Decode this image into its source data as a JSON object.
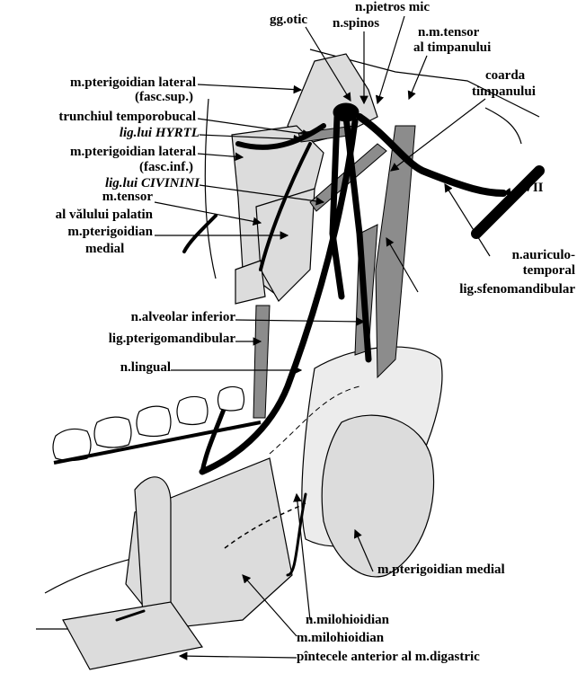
{
  "labels": {
    "n_pietros_mic": "n.pietros  mic",
    "gg_otic": "gg.otic",
    "n_spinos": "n.spinos",
    "n_m_tensor_1": "n.m.tensor",
    "n_m_tensor_2": "al  timpanului",
    "coarda_1": "coarda",
    "coarda_2": "timpanului",
    "pter_lat_sup_1": "m.pterigoidian  lateral",
    "pter_lat_sup_2": "(fasc.sup.)",
    "trunchiul": "trunchiul  temporobucal",
    "hyrtl": "lig.lui  HYRTL",
    "pter_lat_inf_1": "m.pterigoidian  lateral",
    "pter_lat_inf_2": "(fasc.inf.)",
    "civinini": "lig.lui  CIVININI",
    "tensor_val_1": "m.tensor",
    "tensor_val_2": "al  vălului  palatin",
    "pter_med_1": "m.pterigoidian",
    "pter_med_2": "medial",
    "vii": "VII",
    "auriculo_1": "n.auriculo-",
    "auriculo_2": "temporal",
    "sfenomandibular": "lig.sfenomandibular",
    "alveolar": "n.alveolar  inferior",
    "pterigomandibular": "lig.pterigomandibular",
    "lingual": "n.lingual",
    "pter_med_bottom": "m.pterigoidian  medial",
    "n_milohioidian": "n.milohioidian",
    "m_milohioidian": "m.milohioidian",
    "digastric": "pîntecele  anterior  al  m.digastric"
  },
  "colors": {
    "muscle": "#dcdcdc",
    "ligament": "#8c8c8c",
    "nerve": "#000000"
  }
}
